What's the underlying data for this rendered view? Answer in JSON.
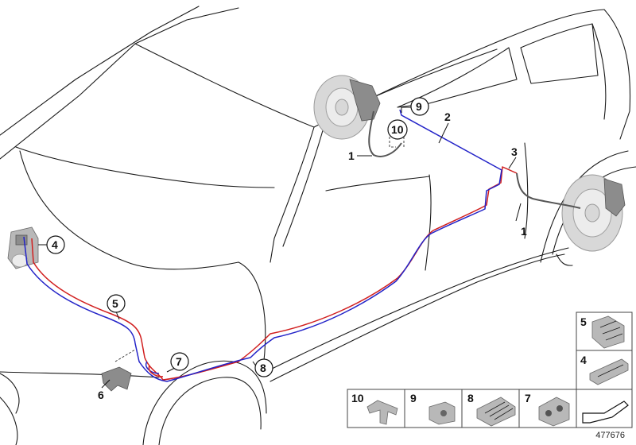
{
  "callouts": {
    "c1a": "1",
    "c1b": "1",
    "c2": "2",
    "c3": "3",
    "c4": "4",
    "c5": "5",
    "c6": "6",
    "c7": "7",
    "c8": "8",
    "c9": "9",
    "c10": "10"
  },
  "legend": {
    "tile_10": "10",
    "tile_9": "9",
    "tile_8": "8",
    "tile_7": "7",
    "tile_5": "5",
    "tile_4": "4"
  },
  "diagram_number": "477676",
  "colors": {
    "brake_line_red": "#d11f1f",
    "brake_line_blue": "#2323c8"
  },
  "icons": [
    "brake-caliper-icon",
    "brake-disc-icon",
    "clip-icon",
    "bracket-icon",
    "arrow-icon"
  ]
}
